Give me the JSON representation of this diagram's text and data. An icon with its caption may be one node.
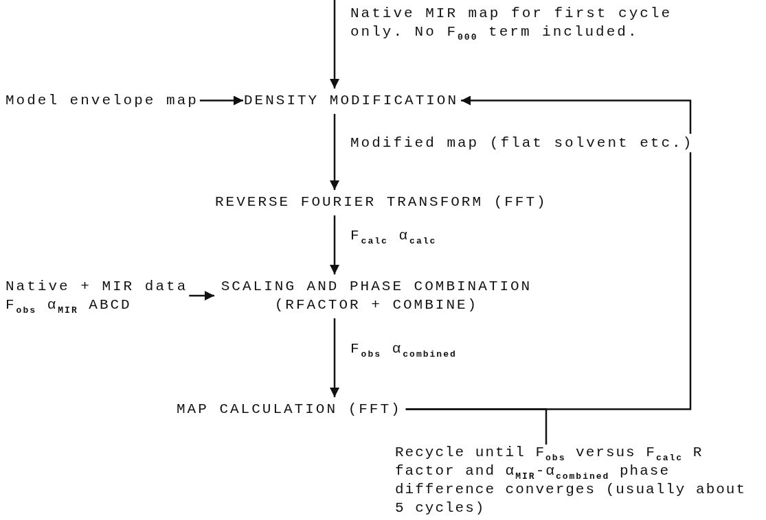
{
  "diagram": {
    "nodes": [
      {
        "text": [
          "Model envelope map"
        ]
      },
      {
        "text": [
          "DENSITY MODIFICATION"
        ]
      },
      {
        "text": [
          "REVERSE FOURIER TRANSFORM (FFT)"
        ]
      },
      {
        "text": [
          "Native + MIR data",
          "F$_{obs}$ α$_{MIR}$ ABCD"
        ]
      },
      {
        "text": [
          "SCALING AND PHASE COMBINATION (RFACTOR + COMBINE)"
        ]
      },
      {
        "text": [
          "MAP CALCULATION (FFT)"
        ]
      },
      {
        "text": [
          "Recycle until F$_{obs}$ versus F$_{calc}$ R factor and α$_{MIR}$-α$_{combined}$ phase difference converges (usually about 5 cycles)"
        ]
      }
    ],
    "edges": [
      {
        "from": null,
        "to": 1,
        "arrow": "to",
        "label": "Native MIR map for first cycle only. No F$_{000}$ term included."
      },
      {
        "from": 0,
        "to": 1,
        "arrow": "to"
      },
      {
        "from": 5,
        "to": 1,
        "arrow": "to"
      },
      {
        "from": 1,
        "to": 2,
        "arrow": "to",
        "label": "Modified map (flat solvent etc.)"
      },
      {
        "from": 2,
        "to": 4,
        "arrow": "to",
        "label": "F$_{calc}$ α$_{calc}$"
      },
      {
        "from": 3,
        "to": 4,
        "arrow": "to"
      },
      {
        "from": 4,
        "to": 5,
        "arrow": "to",
        "label": "F$_{obs}$ α$_{combined}$"
      },
      {
        "from": 5,
        "to": 6,
        "arrow": "none"
      }
    ]
  }
}
